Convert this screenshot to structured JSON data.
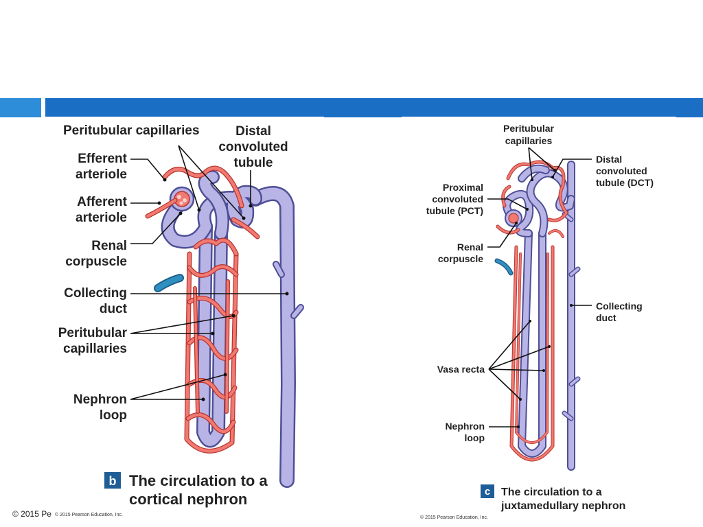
{
  "colors": {
    "banner": "#1a6fc4",
    "banner_small": "#2e8dd8",
    "tubule": "#b8b4e6",
    "tubule_outline": "#4f4f96",
    "capillary": "#f07a72",
    "capillary_outline": "#b8332d",
    "duct_blue": "#2f8fc0"
  },
  "panel_b": {
    "labels": {
      "peritubular_top": "Peritubular capillaries",
      "distal_1": "Distal",
      "distal_2": "convoluted",
      "distal_3": "tubule",
      "efferent_1": "Efferent",
      "efferent_2": "arteriole",
      "afferent_1": "Afferent",
      "afferent_2": "arteriole",
      "renal_1": "Renal",
      "renal_2": "corpuscle",
      "collecting_1": "Collecting",
      "collecting_2": "duct",
      "peritubular_mid_1": "Peritubular",
      "peritubular_mid_2": "capillaries",
      "nephron_1": "Nephron",
      "nephron_2": "loop"
    },
    "caption_letter": "b",
    "caption_1": "The circulation to a",
    "caption_2": "cortical nephron",
    "copyright": "© 2015 Pearson Education, Inc."
  },
  "panel_c": {
    "labels": {
      "peritubular_1": "Peritubular",
      "peritubular_2": "capillaries",
      "distal_1": "Distal",
      "distal_2": "convoluted",
      "distal_3": "tubule (DCT)",
      "proximal_1": "Proximal",
      "proximal_2": "convoluted",
      "proximal_3": "tubule (PCT)",
      "renal_1": "Renal",
      "renal_2": "corpuscle",
      "collecting_1": "Collecting",
      "collecting_2": "duct",
      "vasa_recta": "Vasa recta",
      "nephron_1": "Nephron",
      "nephron_2": "loop"
    },
    "caption_letter": "c",
    "caption_1": "The circulation to a",
    "caption_2": "juxtamedullary nephron",
    "copyright": "© 2015 Pearson Education, Inc."
  },
  "slide_footer": "© 2015 Pe"
}
